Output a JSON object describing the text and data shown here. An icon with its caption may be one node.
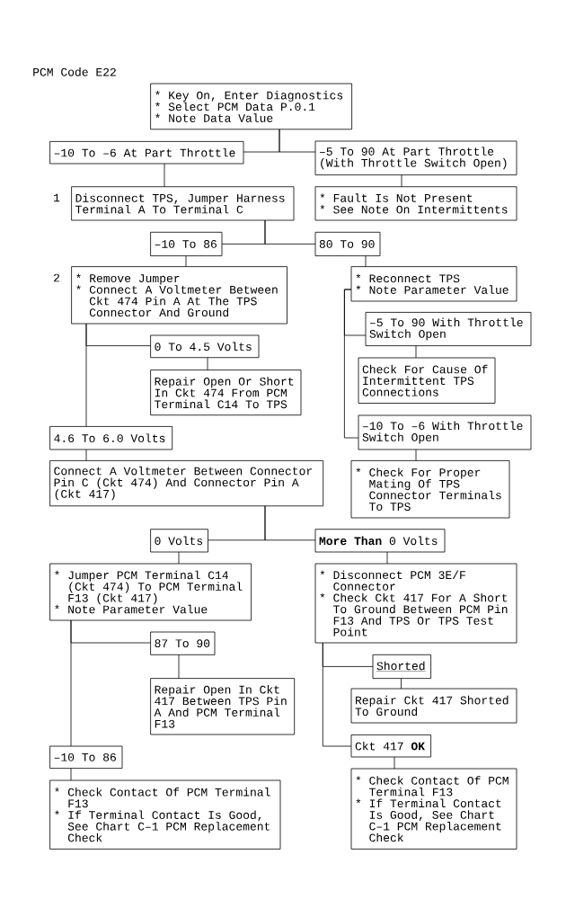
{
  "diagram": {
    "title": "PCM Code E22",
    "nodes": [
      {
        "text": [
          "* Key On, Enter Diagnostics",
          "* Select PCM Data P.0.1",
          "* Note Data Value"
        ]
      },
      {
        "text": [
          "–10 To –6 At Part Throttle"
        ]
      },
      {
        "text": [
          "–5 To 90 At Part Throttle (With Throttle Switch Open)"
        ]
      },
      {
        "text": [
          "Disconnect TPS, Jumper Harness Terminal A To Terminal C"
        ],
        "beside": [
          "1"
        ]
      },
      {
        "text": [
          "* Fault Is Not Present",
          "* See Note On Intermittents"
        ]
      },
      {
        "text": [
          "–10 To 86"
        ]
      },
      {
        "text": [
          "80 To 90"
        ]
      },
      {
        "text": [
          "* Remove Jumper",
          "* Connect A Voltmeter Between Ckt 474 Pin A At The TPS Connector And Ground"
        ],
        "beside": [
          "2"
        ]
      },
      {
        "text": [
          "* Reconnect TPS",
          "* Note Parameter Value"
        ]
      },
      {
        "text": [
          "0 To 4.5 Volts"
        ]
      },
      {
        "text": [
          "Repair Open Or Short In Ckt 474 From PCM Terminal C14 To TPS"
        ]
      },
      {
        "text": [
          "–5 To 90 With Throttle Switch Open"
        ]
      },
      {
        "text": [
          "Check For Cause Of Intermittent TPS Connections"
        ]
      },
      {
        "text": [
          "–10 To –6 With Throttle Switch Open"
        ]
      },
      {
        "text": [
          "4.6 To 6.0 Volts"
        ]
      },
      {
        "text": [
          "Connect A Voltmeter Between Connector Pin C (Ckt 474) And Connector Pin A (Ckt 417)"
        ]
      },
      {
        "text": [
          "* Check For Proper Mating Of TPS Connector Terminals To TPS"
        ]
      },
      {
        "text": [
          "0 Volts"
        ]
      },
      {
        "text": [
          "**More Than** 0 Volts"
        ]
      },
      {
        "text": [
          "* Jumper PCM Terminal C14 (Ckt 474) To PCM Terminal F13 (Ckt 417)",
          "* Note Parameter Value"
        ]
      },
      {
        "text": [
          "* Disconnect PCM 3E/F Connector",
          "* Check Ckt 417 For A Short To Ground Between PCM Pin F13 And TPS Or TPS Test Point"
        ]
      },
      {
        "text": [
          "87 To 90"
        ]
      },
      {
        "text": [
          "Shorted"
        ]
      },
      {
        "text": [
          "Repair Open In Ckt 417 Between TPS Pin A And PCM Terminal F13"
        ]
      },
      {
        "text": [
          "Repair Ckt 417 Shorted To Ground"
        ]
      },
      {
        "text": [
          "Ckt 417 **OK**"
        ]
      },
      {
        "text": [
          "–10 To 86"
        ]
      },
      {
        "text": [
          "* Check Contact Of PCM Terminal F13",
          "* If Terminal Contact Is Good, See Chart C–1 PCM Replacement Check"
        ]
      },
      {
        "text": [
          "* Check Contact Of PCM Terminal F13",
          "* If Terminal Contact Is Good, See Chart C–1 PCM Replacement Check"
        ]
      }
    ],
    "edges": [
      {
        "from": 0,
        "to": 1,
        "arrow": "none"
      },
      {
        "from": 0,
        "to": 2,
        "arrow": "none"
      },
      {
        "from": 1,
        "to": 3,
        "arrow": "none"
      },
      {
        "from": 2,
        "to": 4,
        "arrow": "none"
      },
      {
        "from": 3,
        "to": 5,
        "arrow": "none"
      },
      {
        "from": 3,
        "to": 6,
        "arrow": "none"
      },
      {
        "from": 5,
        "to": 7,
        "arrow": "none"
      },
      {
        "from": 6,
        "to": 8,
        "arrow": "none"
      },
      {
        "from": 7,
        "to": 9,
        "arrow": "none"
      },
      {
        "from": 7,
        "to": 14,
        "arrow": "none"
      },
      {
        "from": 9,
        "to": 10,
        "arrow": "none"
      },
      {
        "from": 8,
        "to": 11,
        "arrow": "none"
      },
      {
        "from": 8,
        "to": 13,
        "arrow": "none"
      },
      {
        "from": 11,
        "to": 12,
        "arrow": "none"
      },
      {
        "from": 13,
        "to": 16,
        "arrow": "none"
      },
      {
        "from": 14,
        "to": 15,
        "arrow": "none"
      },
      {
        "from": 15,
        "to": 17,
        "arrow": "none"
      },
      {
        "from": 15,
        "to": 18,
        "arrow": "none"
      },
      {
        "from": 17,
        "to": 19,
        "arrow": "none"
      },
      {
        "from": 18,
        "to": 20,
        "arrow": "none"
      },
      {
        "from": 19,
        "to": 21,
        "arrow": "none"
      },
      {
        "from": 19,
        "to": 26,
        "arrow": "none"
      },
      {
        "from": 21,
        "to": 23,
        "arrow": "none"
      },
      {
        "from": 20,
        "to": 22,
        "arrow": "none"
      },
      {
        "from": 20,
        "to": 25,
        "arrow": "none"
      },
      {
        "from": 22,
        "to": 24,
        "arrow": "none"
      },
      {
        "from": 25,
        "to": 28,
        "arrow": "none"
      },
      {
        "from": 26,
        "to": 27,
        "arrow": "none"
      }
    ]
  }
}
